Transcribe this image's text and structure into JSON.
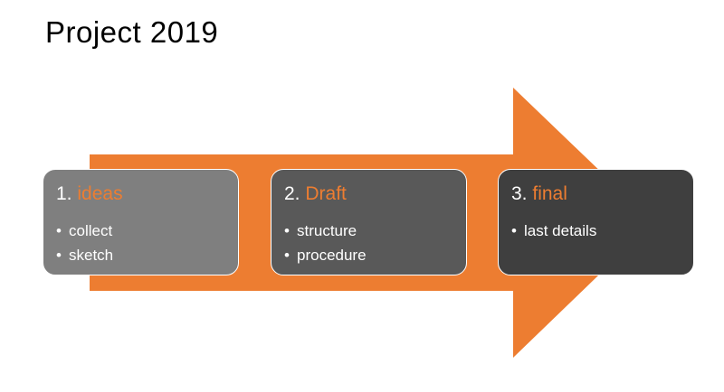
{
  "slide": {
    "title": "Project 2019"
  },
  "colors": {
    "arrow": "#ed7d31",
    "accent": "#ed7d31",
    "card1": "#7f7f7f",
    "card2": "#595959",
    "card3": "#3f3f3f"
  },
  "steps": [
    {
      "number": "1.",
      "label": "ideas",
      "bullets": [
        "collect",
        "sketch"
      ]
    },
    {
      "number": "2.",
      "label": "Draft",
      "bullets": [
        "structure",
        "procedure"
      ]
    },
    {
      "number": "3.",
      "label": "final",
      "bullets": [
        "last details"
      ]
    }
  ]
}
